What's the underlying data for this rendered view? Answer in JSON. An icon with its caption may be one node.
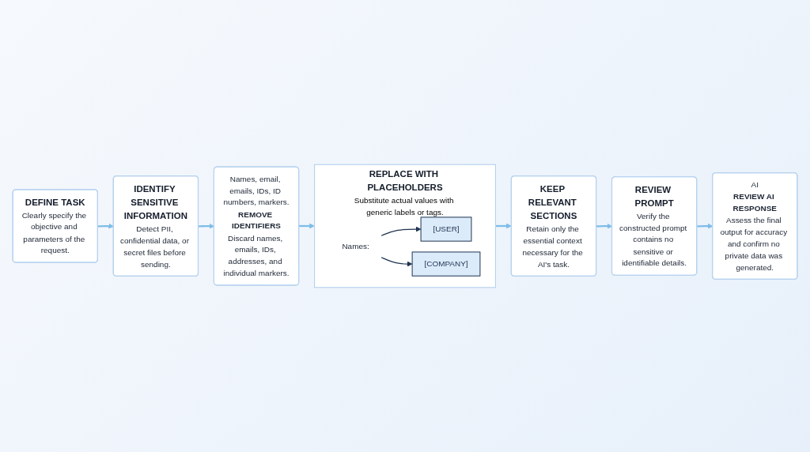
{
  "diagram": {
    "nodes": [
      {
        "text": [
          "DEFINE TASK",
          "Clearly specify the objective and parameters of the request."
        ]
      },
      {
        "text": [
          "IDENTIFY SENSITIVE INFORMATION",
          "Detect PII, confidential data, or secret files before sending."
        ]
      },
      {
        "text": [
          "Names, email, emails, IDs, ID numbers, markers.",
          "REMOVE IDENTIFIERS",
          "Discard names, emails, IDs, addresses, and individual markers."
        ]
      },
      {
        "text": [
          "REPLACE WITH PLACEHOLDERS",
          "Substitute actual values with generic labels or tags."
        ]
      },
      {
        "text": [
          "Names:"
        ],
        "in": 3
      },
      {
        "text": [
          "[USER]"
        ],
        "in": 3
      },
      {
        "text": [
          "[COMPANY]"
        ],
        "in": 3
      },
      {
        "text": [
          "KEEP RELEVANT SECTIONS",
          "Retain only the essential context necessary for the AI's task."
        ]
      },
      {
        "text": [
          "REVIEW PROMPT",
          "Verify the constructed prompt contains no sensitive or identifiable details."
        ]
      },
      {
        "text": [
          "AI",
          "REVIEW AI RESPONSE",
          "Assess the final output for accuracy and confirm no private data was generated."
        ]
      }
    ],
    "edges": [
      {
        "from": 0,
        "to": 1,
        "arrow": "to"
      },
      {
        "from": 1,
        "to": 2,
        "arrow": "to"
      },
      {
        "from": 2,
        "to": 3,
        "arrow": "to"
      },
      {
        "from": 4,
        "to": 5,
        "arrow": "to",
        "color": "#1e3350"
      },
      {
        "from": 4,
        "to": 6,
        "arrow": "to",
        "color": "#1e3350"
      },
      {
        "from": 3,
        "to": 7,
        "arrow": "to"
      },
      {
        "from": 7,
        "to": 8,
        "arrow": "to"
      },
      {
        "from": 8,
        "to": 9,
        "arrow": "to"
      }
    ]
  }
}
